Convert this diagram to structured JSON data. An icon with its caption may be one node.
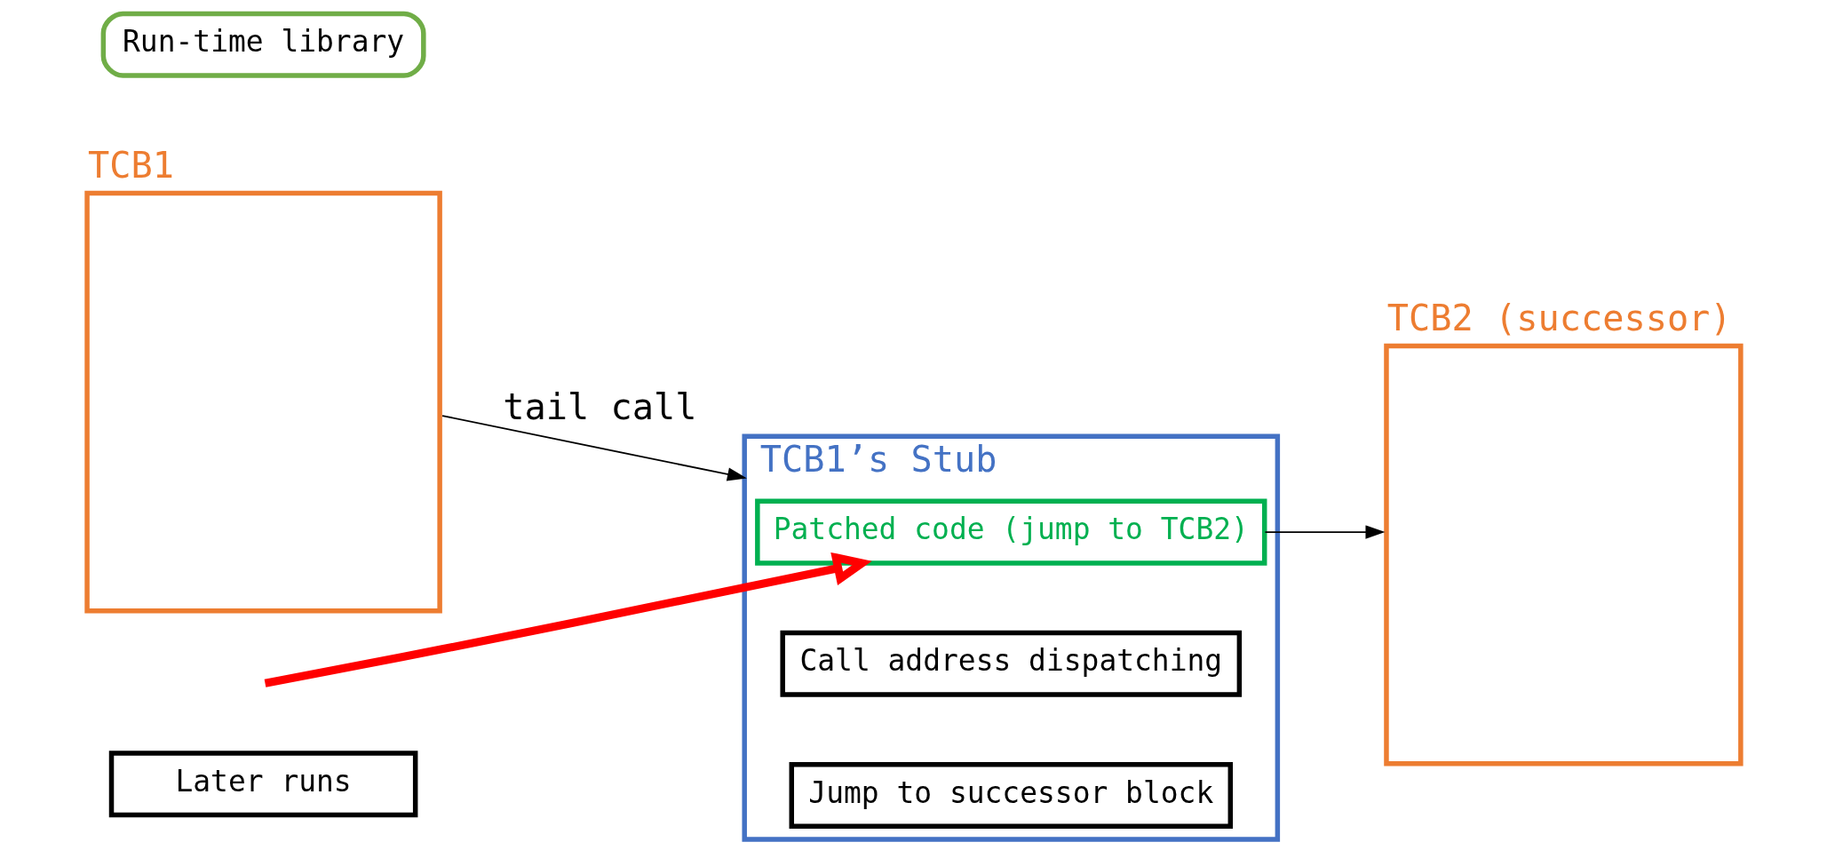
{
  "diagram": {
    "nodes": [
      {
        "text": [
          "Later runs"
        ]
      },
      {
        "text": [
          "TCB1"
        ]
      },
      {
        "text": [
          "TCB1’s Stub"
        ]
      },
      {
        "text": [
          "Patched code (jump to TCB2)"
        ],
        "in": 2
      },
      {
        "text": [
          "Call address dispatching"
        ],
        "in": 2
      },
      {
        "text": [
          "Jump to successor block"
        ],
        "in": 2
      },
      {
        "text": [
          "TCB2 (successor)"
        ]
      },
      {
        "text": [
          "Run-time library"
        ]
      }
    ],
    "edges": [
      {
        "from": 1,
        "to": 2,
        "arrow": "to",
        "label": "tail call"
      },
      {
        "from": 3,
        "to": 6,
        "arrow": "to"
      },
      {
        "from": null,
        "to": 3,
        "arrow": "to",
        "style": "thick",
        "color": "#ff0000"
      }
    ]
  }
}
